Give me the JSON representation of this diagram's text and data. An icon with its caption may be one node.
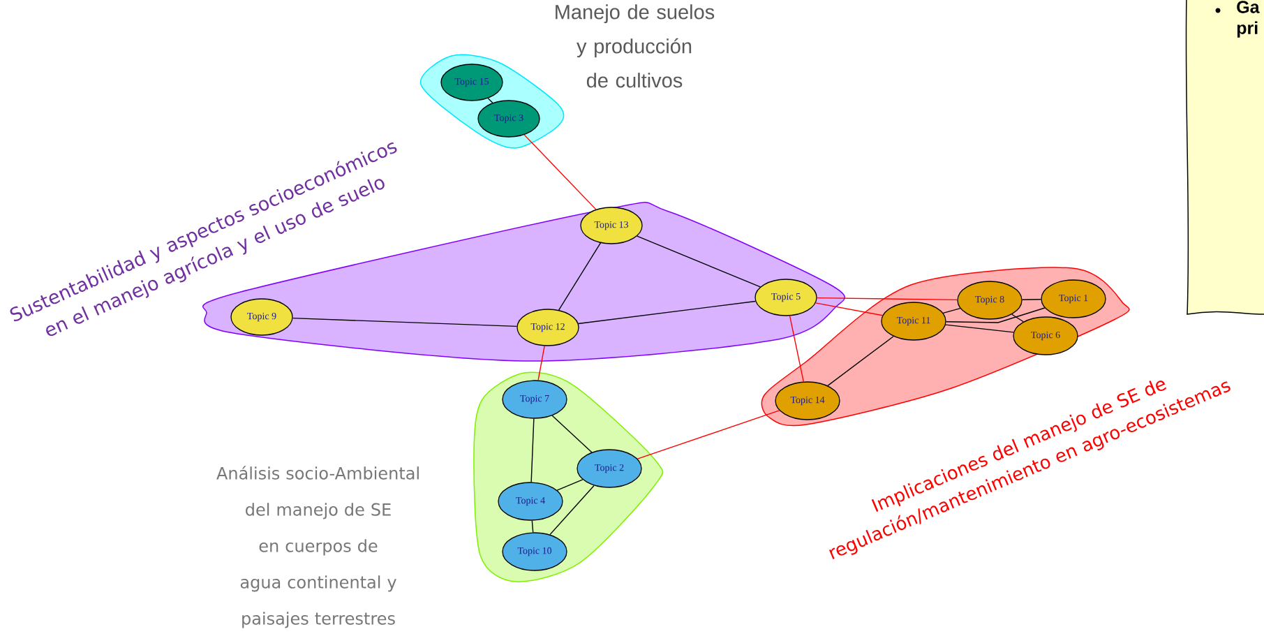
{
  "diagram": {
    "nodes": [
      {
        "text": [
          "Manejo de suelos y producción de cultivos"
        ]
      },
      {
        "text": [
          "Topic 15"
        ],
        "in": 0
      },
      {
        "text": [
          "Topic 3"
        ],
        "in": 0
      },
      {
        "text": [
          "Sustentabilidad y aspectos socioeconómicos en el manejo agrícola y el uso de suelo"
        ]
      },
      {
        "text": [
          "Topic 13"
        ],
        "in": 3
      },
      {
        "text": [
          "Topic 9"
        ],
        "in": 3
      },
      {
        "text": [
          "Topic 12"
        ],
        "in": 3
      },
      {
        "text": [
          "Topic 5"
        ],
        "in": 3
      },
      {
        "text": [
          "Implicaciones del manejo de SE de regulación/mantenimiento en agro-ecosistemas"
        ]
      },
      {
        "text": [
          "Topic 11"
        ],
        "in": 8
      },
      {
        "text": [
          "Topic 8"
        ],
        "in": 8
      },
      {
        "text": [
          "Topic 1"
        ],
        "in": 8
      },
      {
        "text": [
          "Topic 6"
        ],
        "in": 8
      },
      {
        "text": [
          "Topic 14"
        ],
        "in": 8
      },
      {
        "text": [
          "Análisis socio-Ambiental del manejo de SE en cuerpos de agua continental y paisajes terrestres"
        ]
      },
      {
        "text": [
          "Topic 7"
        ],
        "in": 14
      },
      {
        "text": [
          "Topic 2"
        ],
        "in": 14
      },
      {
        "text": [
          "Topic 4"
        ],
        "in": 14
      },
      {
        "text": [
          "Topic 10"
        ],
        "in": 14
      },
      {
        "text": [
          "Ga pri"
        ]
      }
    ],
    "edges": [
      {
        "from": 1,
        "to": 2,
        "arrow": "none"
      },
      {
        "from": 2,
        "to": 4,
        "arrow": "none",
        "color": "#ff0000"
      },
      {
        "from": 4,
        "to": 6,
        "arrow": "none"
      },
      {
        "from": 4,
        "to": 7,
        "arrow": "none"
      },
      {
        "from": 5,
        "to": 6,
        "arrow": "none"
      },
      {
        "from": 6,
        "to": 7,
        "arrow": "none"
      },
      {
        "from": 7,
        "to": 10,
        "arrow": "none",
        "color": "#ff0000"
      },
      {
        "from": 7,
        "to": 9,
        "arrow": "none",
        "color": "#ff0000"
      },
      {
        "from": 7,
        "to": 13,
        "arrow": "none",
        "color": "#ff0000"
      },
      {
        "from": 6,
        "to": 15,
        "arrow": "none",
        "color": "#ff0000"
      },
      {
        "from": 13,
        "to": 16,
        "arrow": "none",
        "color": "#ff0000"
      },
      {
        "from": 9,
        "to": 13,
        "arrow": "none"
      },
      {
        "from": 9,
        "to": 10,
        "arrow": "none"
      },
      {
        "from": 9,
        "to": 11,
        "arrow": "none"
      },
      {
        "from": 9,
        "to": 12,
        "arrow": "none"
      },
      {
        "from": 10,
        "to": 11,
        "arrow": "none"
      },
      {
        "from": 10,
        "to": 12,
        "arrow": "none"
      },
      {
        "from": 15,
        "to": 17,
        "arrow": "none"
      },
      {
        "from": 15,
        "to": 16,
        "arrow": "none"
      },
      {
        "from": 16,
        "to": 17,
        "arrow": "none"
      },
      {
        "from": 16,
        "to": 18,
        "arrow": "none"
      },
      {
        "from": 17,
        "to": 18,
        "arrow": "none"
      }
    ]
  }
}
